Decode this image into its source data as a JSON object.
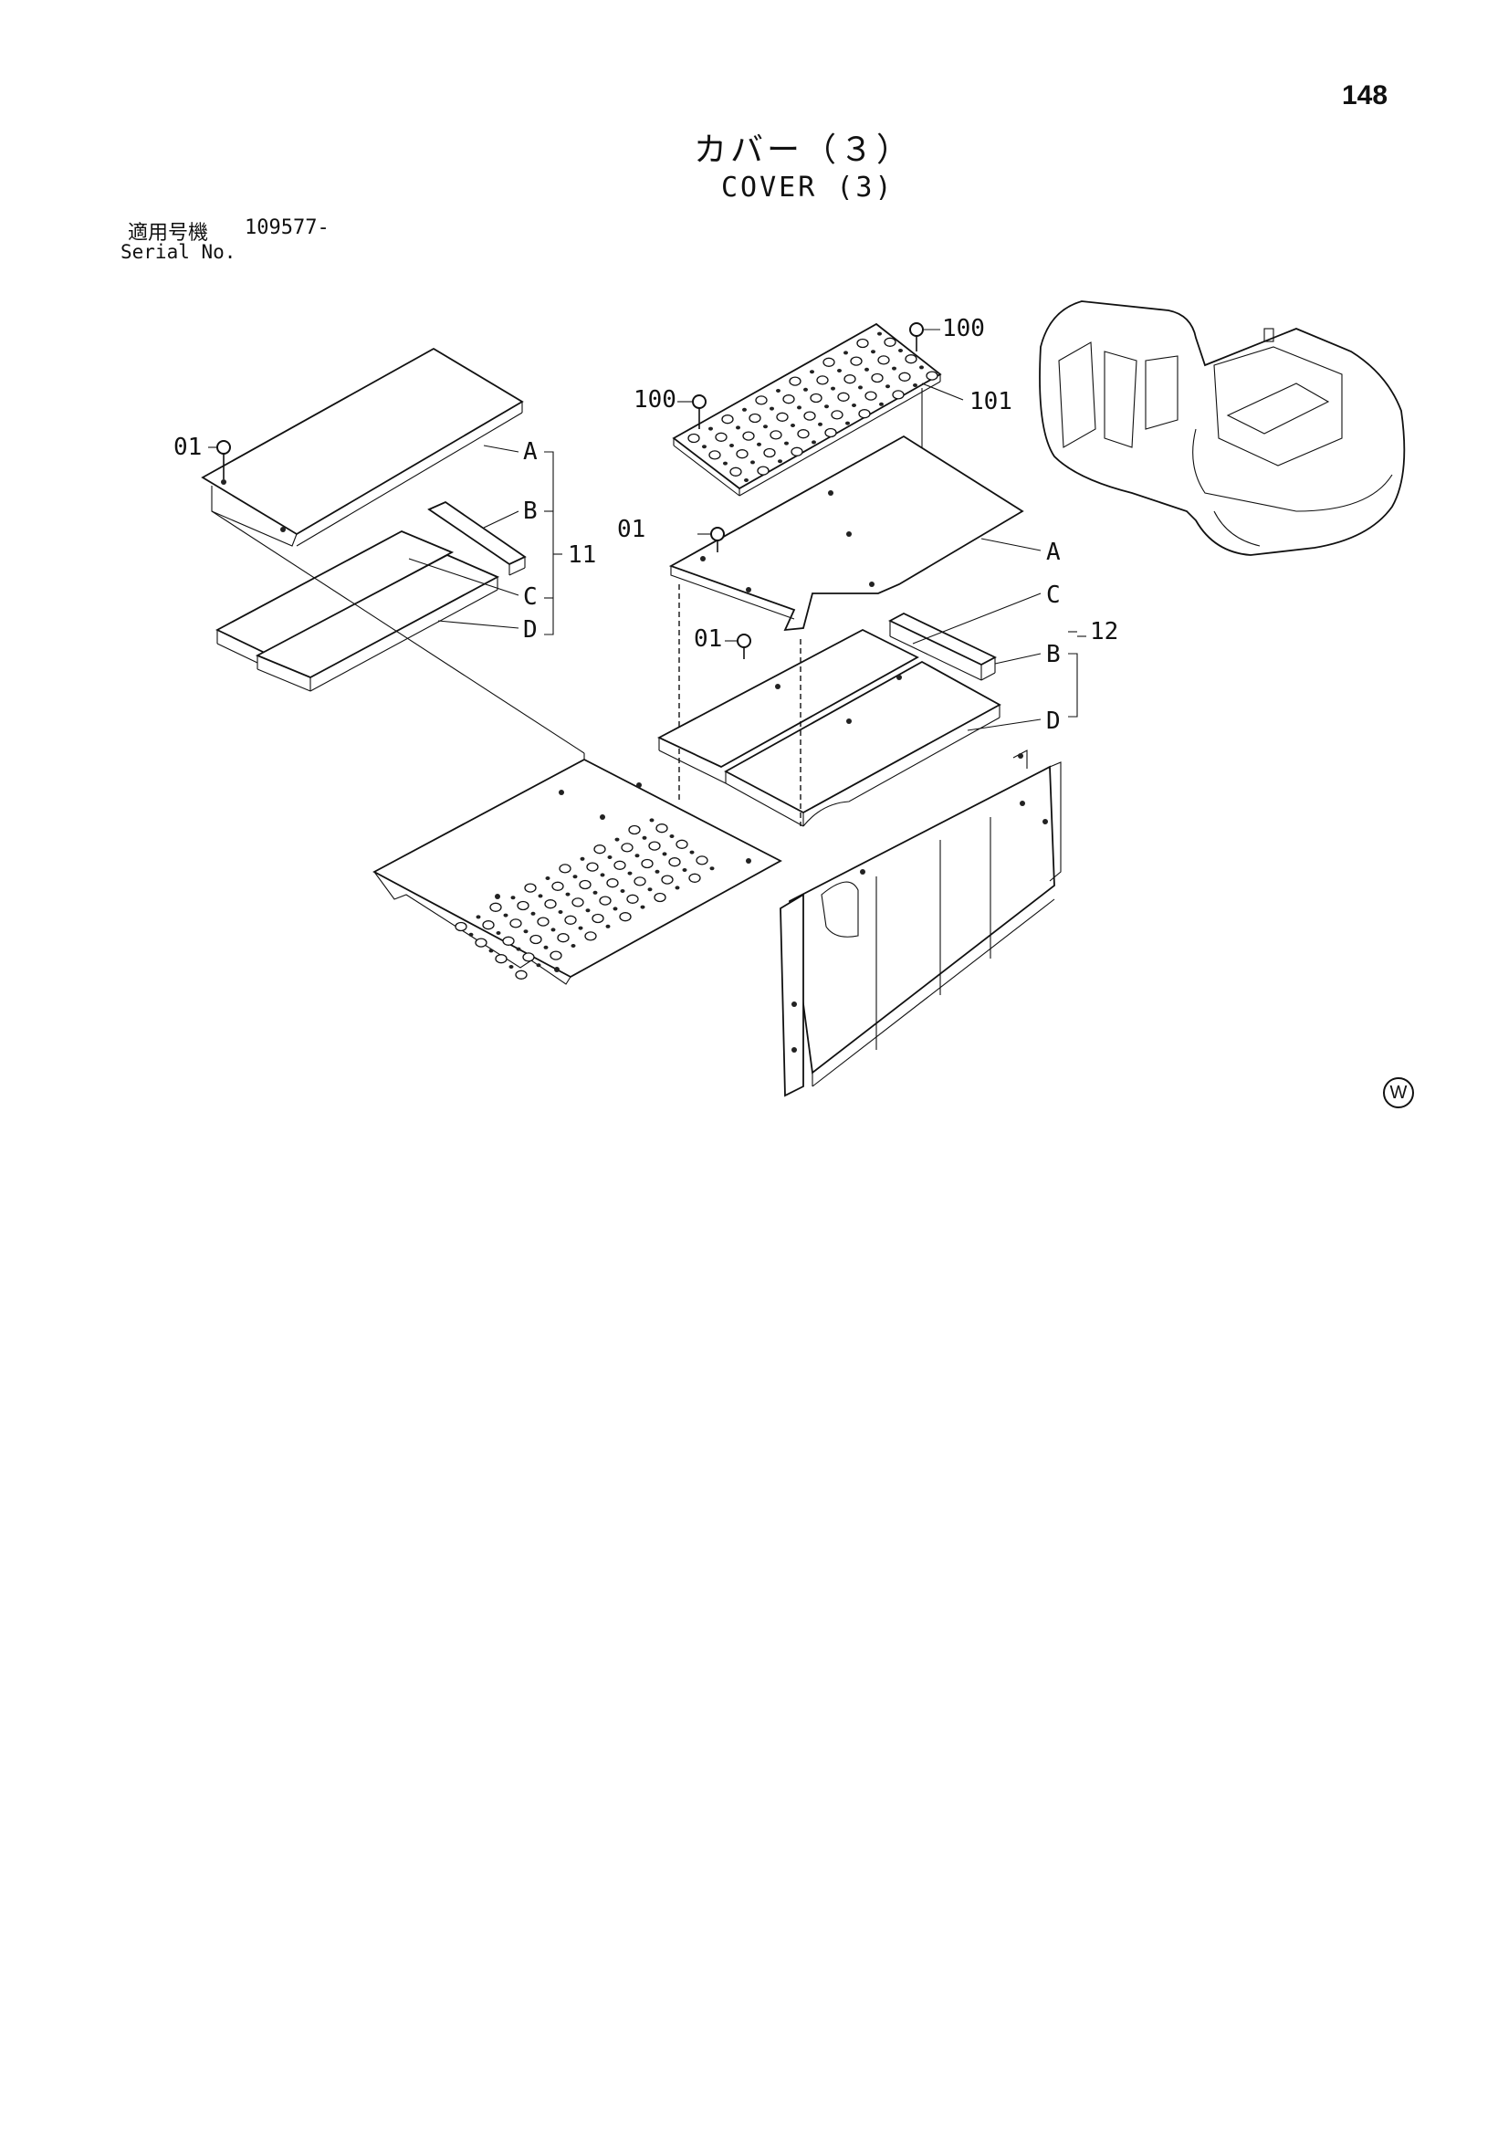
{
  "page_number": "148",
  "title_jp": "カバー（３）",
  "title_en": "COVER (3)",
  "serial": {
    "label_jp": "適用号機",
    "value": "109577-",
    "label_en": "Serial No."
  },
  "group_left": {
    "screw": "01",
    "part_a": "A",
    "part_b": "B",
    "part_c": "C",
    "part_d": "D",
    "group_no": "11"
  },
  "group_right": {
    "bolt_1": "100",
    "bolt_2": "100",
    "plate": "101",
    "screw_1": "01",
    "screw_2": "01",
    "part_a": "A",
    "part_b": "B",
    "part_c": "C",
    "part_d": "D",
    "group_no": "12"
  },
  "mark": "W"
}
